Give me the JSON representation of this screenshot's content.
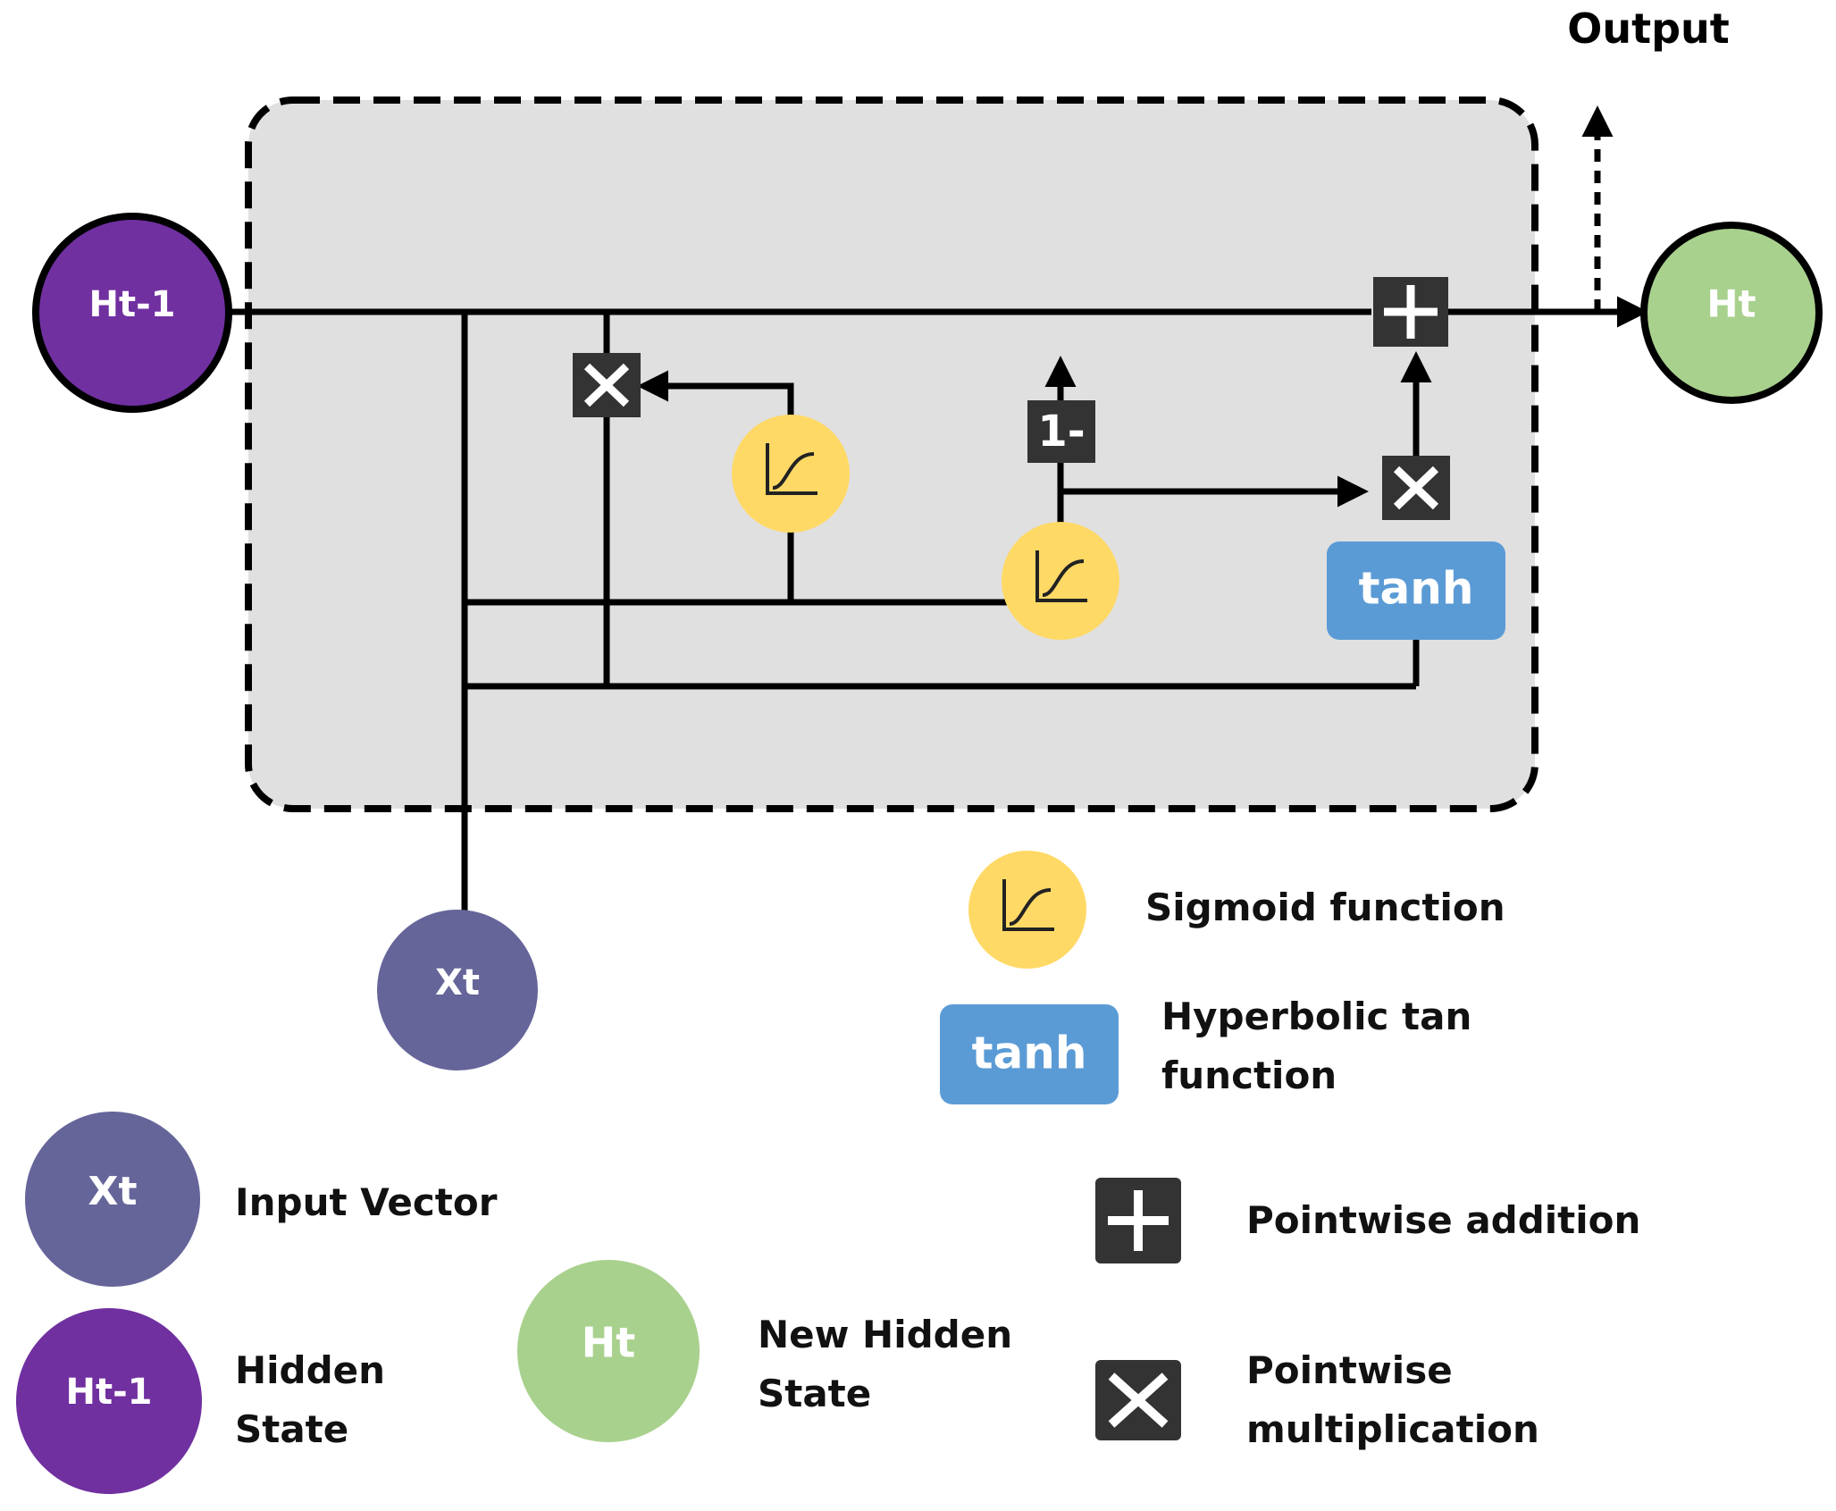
{
  "diagram": {
    "output_label": "Output",
    "nodes": {
      "h_prev": {
        "text": "Ht-1",
        "color": "#7030a0"
      },
      "h_new": {
        "text": "Ht",
        "color": "#a9d18e"
      },
      "x_in": {
        "text": "Xt",
        "color": "#65659a"
      }
    },
    "ops": {
      "one_minus": "1-",
      "tanh": "tanh"
    },
    "colors": {
      "cell_bg": "#e0e0e0",
      "sigmoid": "#ffd966",
      "tanh": "#5b9bd5",
      "op_box": "#333333",
      "line": "#000000"
    }
  },
  "legend": {
    "sigmoid_label": "Sigmoid function",
    "tanh_box": "tanh",
    "tanh_label_line1": "Hyperbolic tan",
    "tanh_label_line2": "function",
    "add_label": "Pointwise addition",
    "mul_label_line1": "Pointwise",
    "mul_label_line2": "multiplication",
    "x_node": "Xt",
    "x_label": "Input Vector",
    "h_prev_node": "Ht-1",
    "h_prev_label_line1": "Hidden",
    "h_prev_label_line2": "State",
    "h_new_node": "Ht",
    "h_new_label_line1": "New Hidden",
    "h_new_label_line2": "State"
  }
}
